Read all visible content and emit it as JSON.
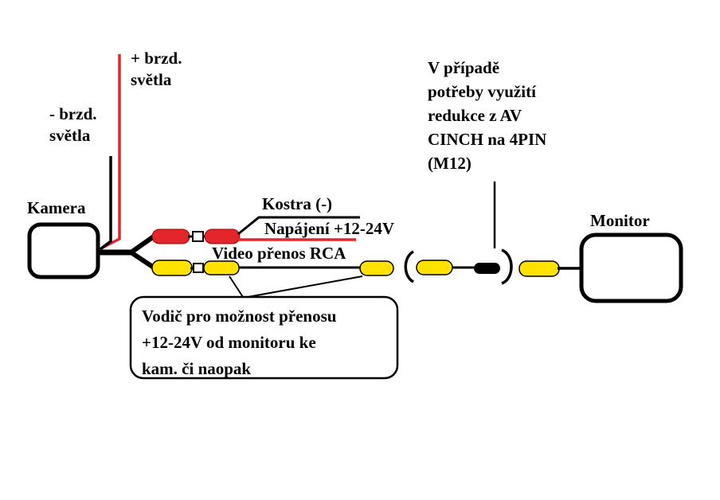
{
  "diagram": {
    "camera_label": "Kamera",
    "monitor_label": "Monitor",
    "plus_brake_line1": "+ brzd.",
    "plus_brake_line2": "světla",
    "minus_brake_line1": "- brzd.",
    "minus_brake_line2": "světla",
    "ground_label": "Kostra (-)",
    "power_label": "Napájení +12-24V",
    "video_label": "Video přenos RCA",
    "note_lines": [
      "V případě",
      "potřeby využití",
      "redukce z AV",
      "CINCH na 4PIN",
      "(M12)"
    ],
    "callout_lines": [
      "Vodič pro možnost přenosu",
      "+12-24V od monitoru ke",
      "kam. či naopak"
    ],
    "colors": {
      "red": "#e3262c",
      "yellow": "#ffe200",
      "black": "#000000",
      "white": "#ffffff"
    }
  }
}
